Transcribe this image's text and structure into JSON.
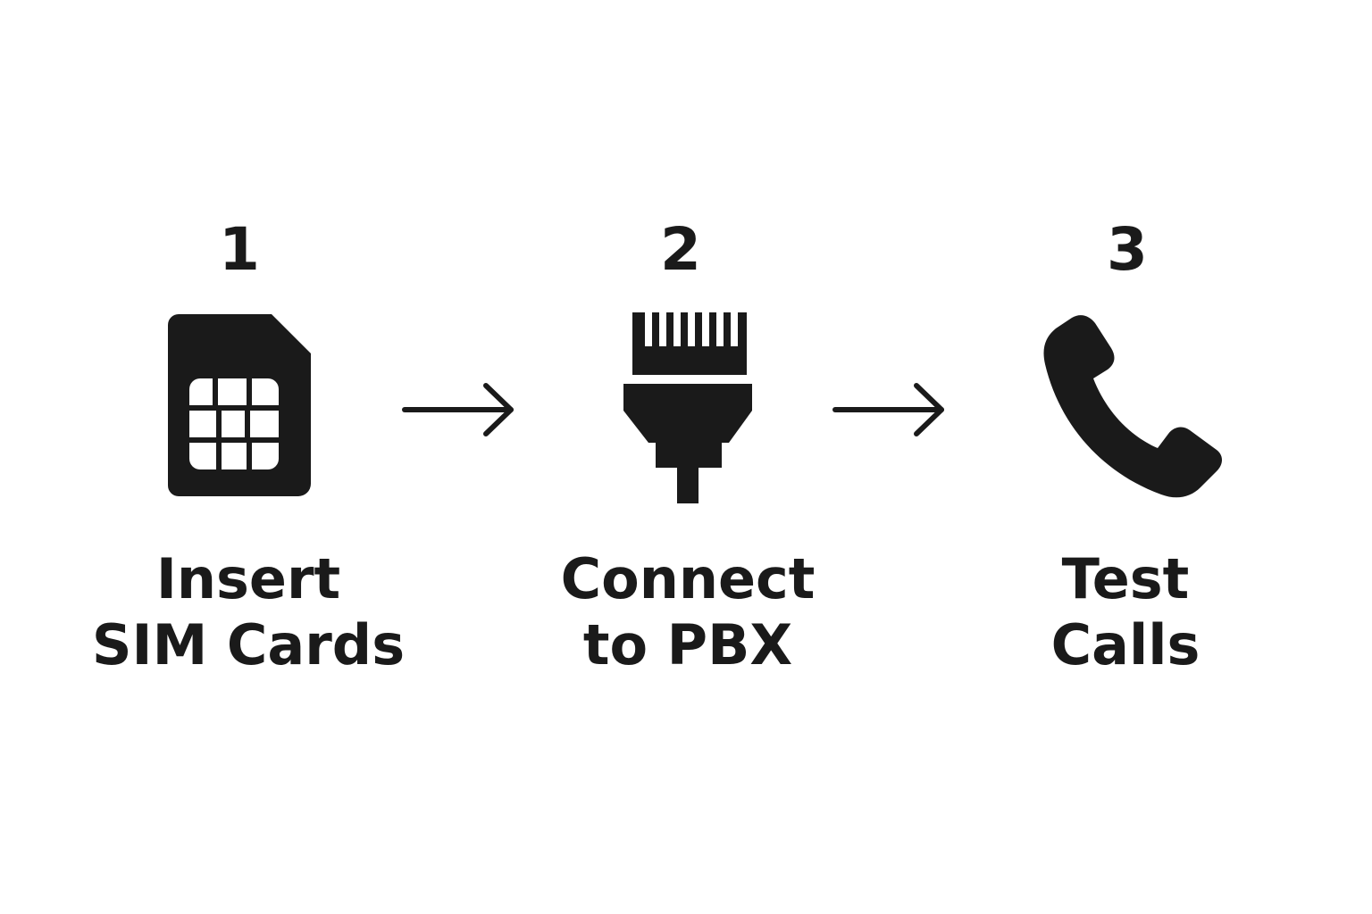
{
  "diagram": {
    "colors": {
      "ink": "#1a1a1a",
      "background": "#ffffff"
    },
    "steps": [
      {
        "number": "1",
        "label_line1": "Insert",
        "label_line2": "SIM Cards",
        "icon": "sim-card-icon"
      },
      {
        "number": "2",
        "label_line1": "Connect",
        "label_line2": "to PBX",
        "icon": "ethernet-connector-icon"
      },
      {
        "number": "3",
        "label_line1": "Test",
        "label_line2": "Calls",
        "icon": "phone-handset-icon"
      }
    ],
    "connectors": [
      {
        "from": "1",
        "to": "2",
        "icon": "arrow-right-icon"
      },
      {
        "from": "2",
        "to": "3",
        "icon": "arrow-right-icon"
      }
    ]
  }
}
